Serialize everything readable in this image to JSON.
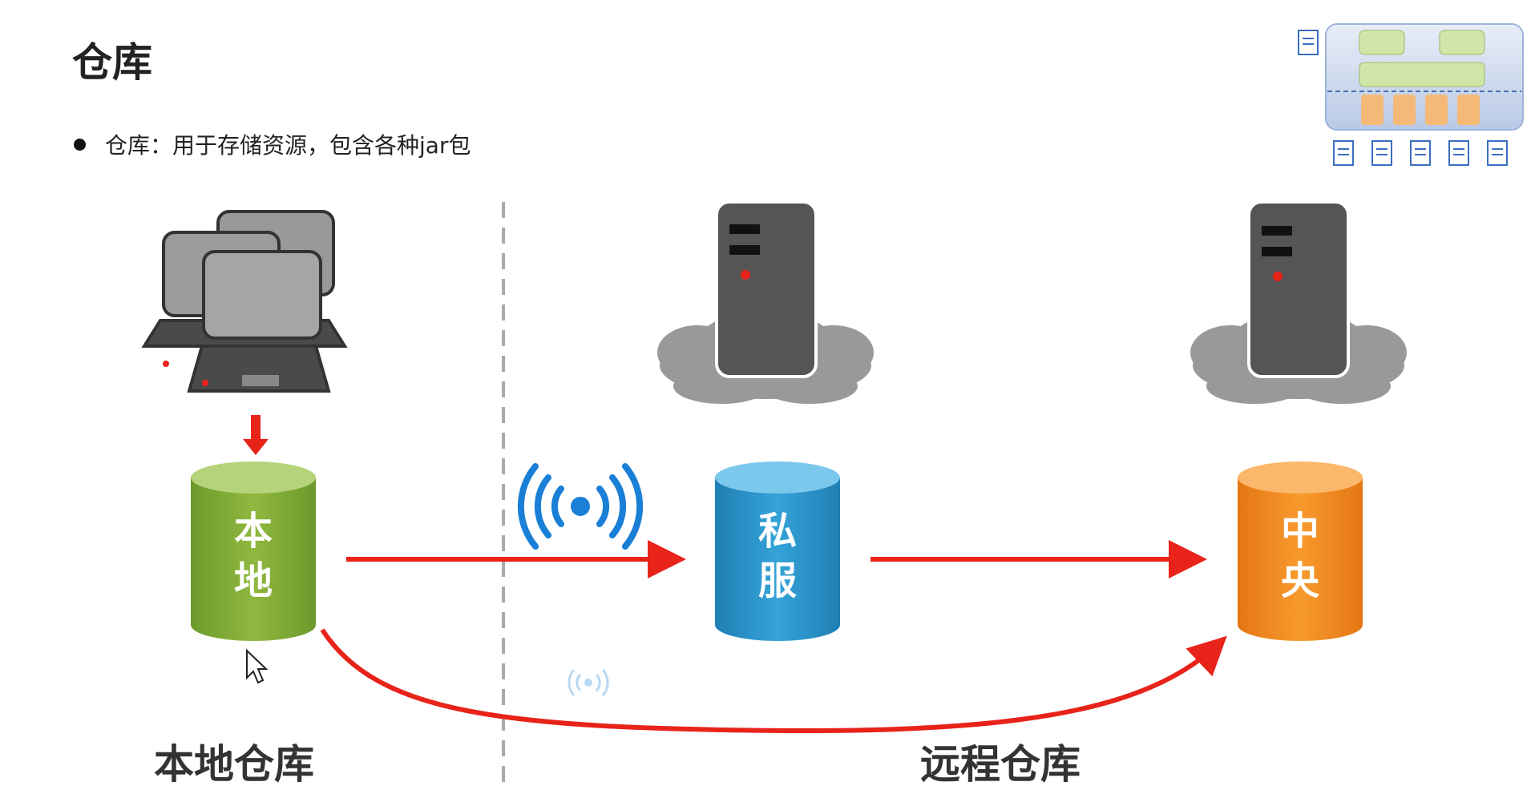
{
  "slide": {
    "title": "仓库",
    "bullet": "仓库：用于存储资源，包含各种jar包"
  },
  "repositories": {
    "local": {
      "line1": "本",
      "line2": "地",
      "color": "#7fa637"
    },
    "private": {
      "line1": "私",
      "line2": "服",
      "color": "#2a95c9"
    },
    "central": {
      "line1": "中",
      "line2": "央",
      "color": "#f28a1e"
    }
  },
  "sections": {
    "local_label": "本地仓库",
    "remote_label": "远程仓库"
  },
  "colors": {
    "arrow": "#e8231a",
    "server": "#555555",
    "cloud": "#999999",
    "signal": "#1a7fd6"
  },
  "icons": [
    "computers-icon",
    "server-icon",
    "cloud-icon",
    "wifi-signal-icon",
    "mouse-cursor-icon",
    "slide-thumbnail-icon"
  ]
}
